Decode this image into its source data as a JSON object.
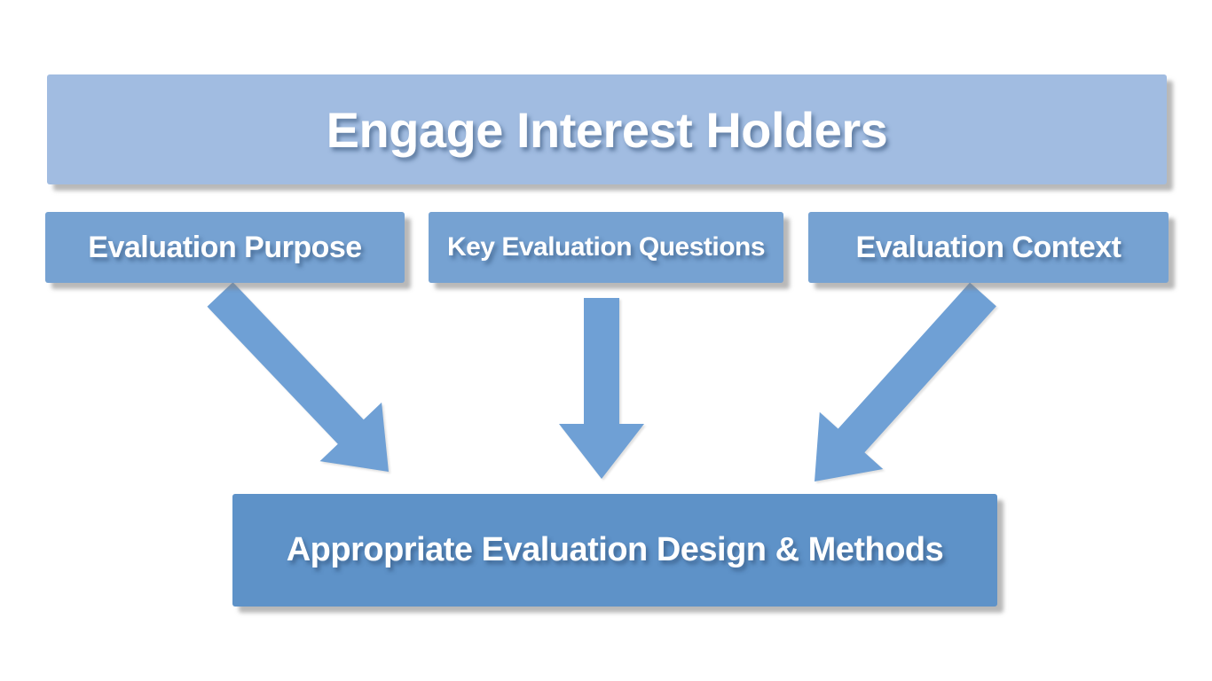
{
  "diagram": {
    "header": {
      "label": "Engage Interest Holders"
    },
    "inputs": [
      {
        "label": "Evaluation Purpose"
      },
      {
        "label": "Key Evaluation Questions"
      },
      {
        "label": "Evaluation Context"
      }
    ],
    "output": {
      "label": "Appropriate Evaluation Design & Methods"
    },
    "arrows": [
      {
        "direction": "down-right",
        "from": "Evaluation Purpose",
        "to": "Appropriate Evaluation Design & Methods"
      },
      {
        "direction": "down",
        "from": "Key Evaluation Questions",
        "to": "Appropriate Evaluation Design & Methods"
      },
      {
        "direction": "down-left",
        "from": "Evaluation Context",
        "to": "Appropriate Evaluation Design & Methods"
      }
    ],
    "colors": {
      "header_box": "#a1bce1",
      "input_box": "#76a2d2",
      "output_box": "#5e92c8",
      "arrow": "#6fa0d5",
      "text": "#ffffff",
      "background": "#ffffff"
    }
  }
}
